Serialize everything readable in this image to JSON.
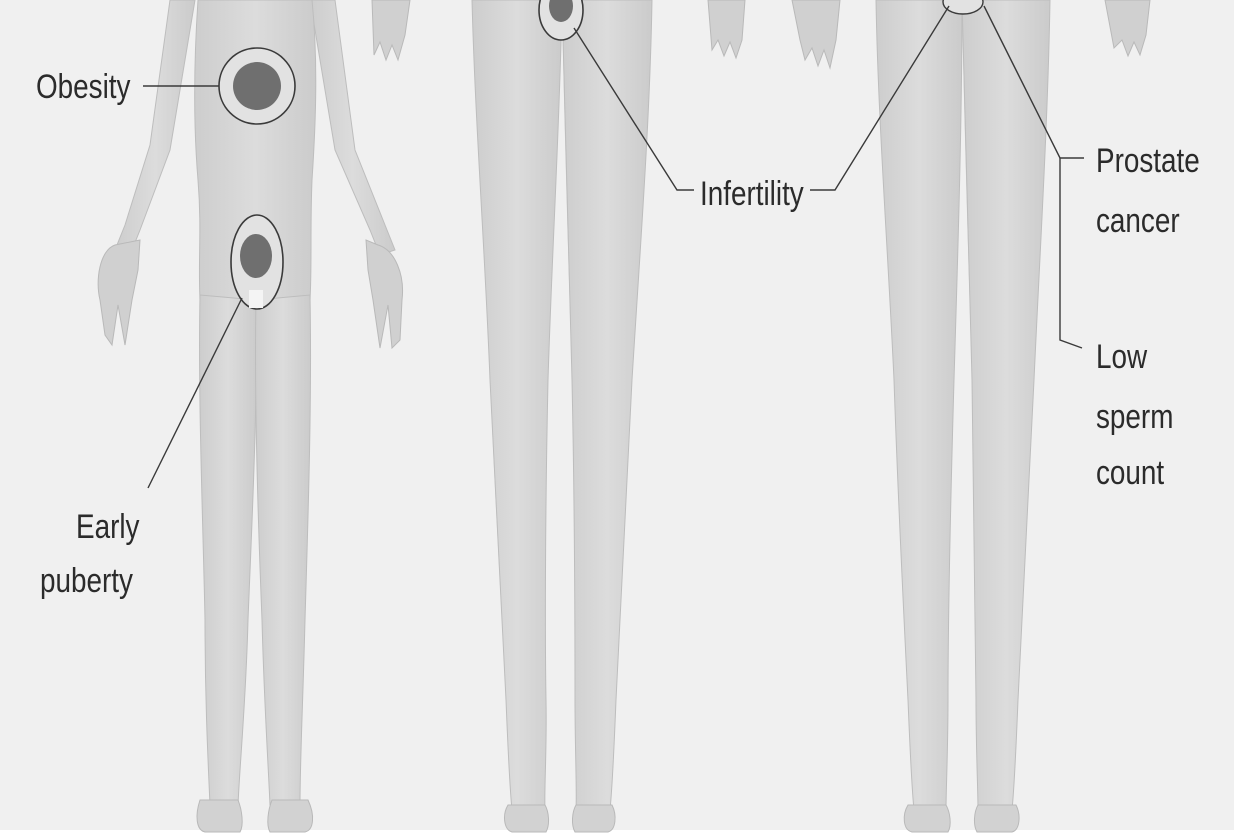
{
  "diagram": {
    "colors": {
      "background": "#f0f0f0",
      "body": "#d7d7d7",
      "body_outline": "#b9b9b9",
      "marker_fill": "#6f6f6f",
      "marker_ring": "#3a3a3a",
      "leader_line": "#3a3a3a",
      "label_text": "#2b2b2b"
    },
    "labels": {
      "obesity": "Obesity",
      "early_puberty_line1": "Early",
      "early_puberty_line2": "puberty",
      "infertility": "Infertility",
      "prostate_cancer_line1": "Prostate",
      "prostate_cancer_line2": "cancer",
      "low_sperm_line1": "Low",
      "low_sperm_line2": "sperm",
      "low_sperm_line3": "count"
    }
  }
}
